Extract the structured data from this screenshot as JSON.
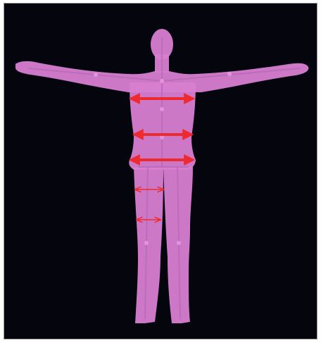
{
  "image": {
    "description_free": true,
    "background_color": "#04050d",
    "frame_border_color": "#9a9a9a"
  },
  "figure": {
    "body_color": "#d77ed1",
    "skeleton_color": "#b667b3",
    "joint_color": "#e6a0e0",
    "pose": "t-pose"
  },
  "measurements": {
    "arrow_color": "#ee2a2e",
    "arrows": [
      {
        "id": "chest",
        "style": "bold"
      },
      {
        "id": "waist",
        "style": "bold"
      },
      {
        "id": "hip",
        "style": "bold"
      },
      {
        "id": "thigh",
        "style": "thin"
      },
      {
        "id": "knee",
        "style": "thin"
      }
    ]
  }
}
